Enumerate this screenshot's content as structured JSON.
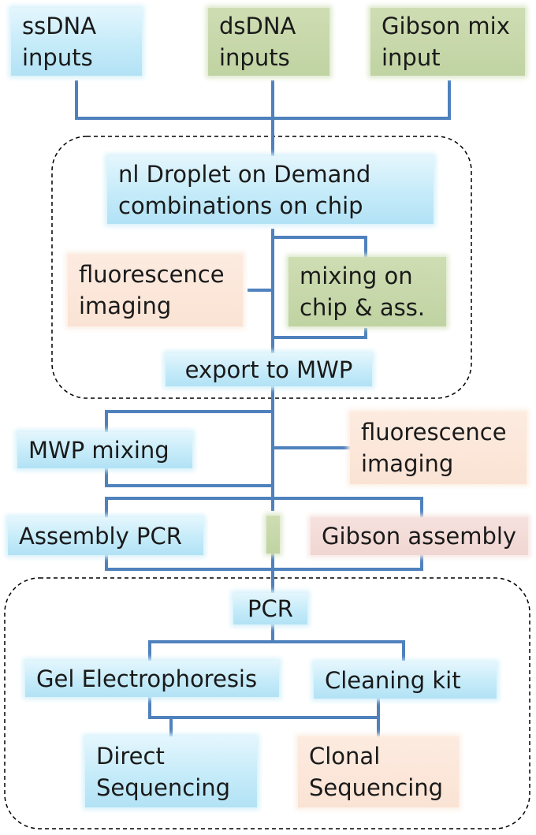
{
  "boxes": {
    "ssdna": {
      "line1": "ssDNA",
      "line2": "inputs"
    },
    "dsdna": {
      "line1": "dsDNA",
      "line2": "inputs"
    },
    "gibson_input": {
      "line1": "Gibson mix",
      "line2": "input"
    },
    "droplet": {
      "line1": "nl Droplet on Demand",
      "line2": "combinations on chip"
    },
    "fluor1": {
      "line1": "fluorescence",
      "line2": "imaging"
    },
    "mixing_chip": {
      "line1": "mixing on",
      "line2": "chip & ass."
    },
    "export": {
      "label": "export to MWP"
    },
    "mwp_mixing": {
      "label": "MWP mixing"
    },
    "fluor2": {
      "line1": "fluorescence",
      "line2": "imaging"
    },
    "assembly_pcr": {
      "label": "Assembly PCR"
    },
    "gibson_assembly": {
      "label": "Gibson assembly"
    },
    "pcr": {
      "label": "PCR"
    },
    "gel": {
      "label": "Gel Electrophoresis"
    },
    "cleaning": {
      "label": "Cleaning kit"
    },
    "direct": {
      "line1": "Direct",
      "line2": "Sequencing"
    },
    "clonal": {
      "line1": "Clonal",
      "line2": "Sequencing"
    }
  },
  "colors": {
    "connector": "#4f81bd",
    "group_border": "#000000",
    "blue_box": "#c5ebf9",
    "green_box": "#c0d3a2",
    "peach_box": "#fae3d4",
    "rose_box": "#f0d6d2"
  }
}
